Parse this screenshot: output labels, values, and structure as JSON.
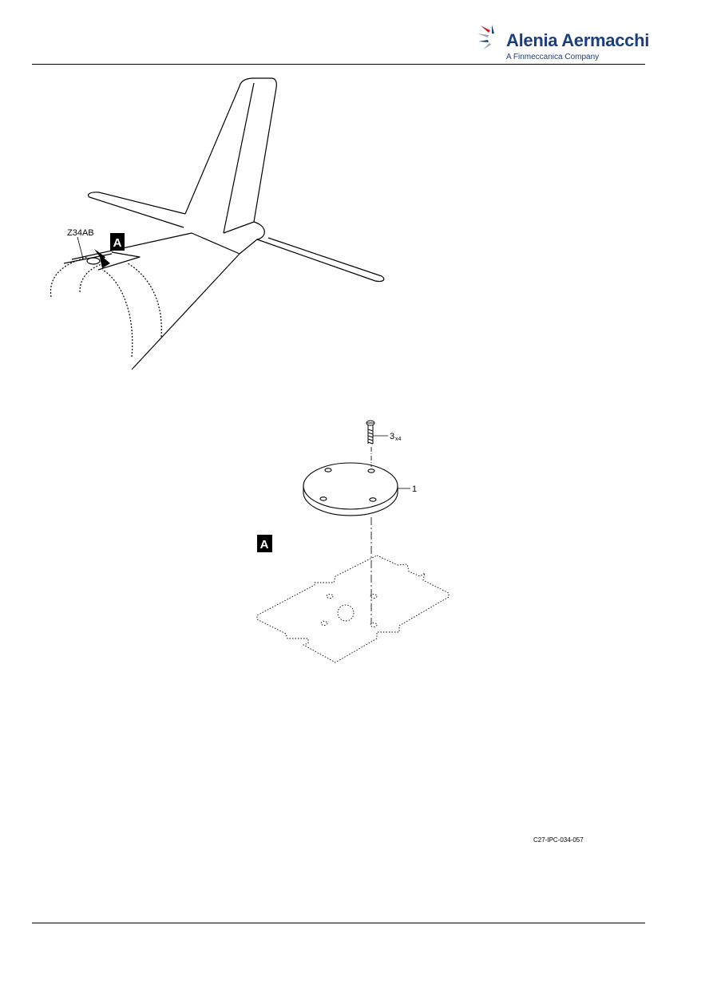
{
  "header": {
    "company_name": "Alenia Aermacchi",
    "company_tagline": "A Finmeccanica Company",
    "colors": {
      "brand_blue": "#1d3e7c",
      "brand_red": "#d0202a"
    }
  },
  "figure": {
    "zone_label": "Z34AB",
    "view_label": "A",
    "callouts": {
      "screw": "3",
      "screw_qty": "x4",
      "plate": "1"
    },
    "drawing_number": "C27-IPC-034-057"
  }
}
